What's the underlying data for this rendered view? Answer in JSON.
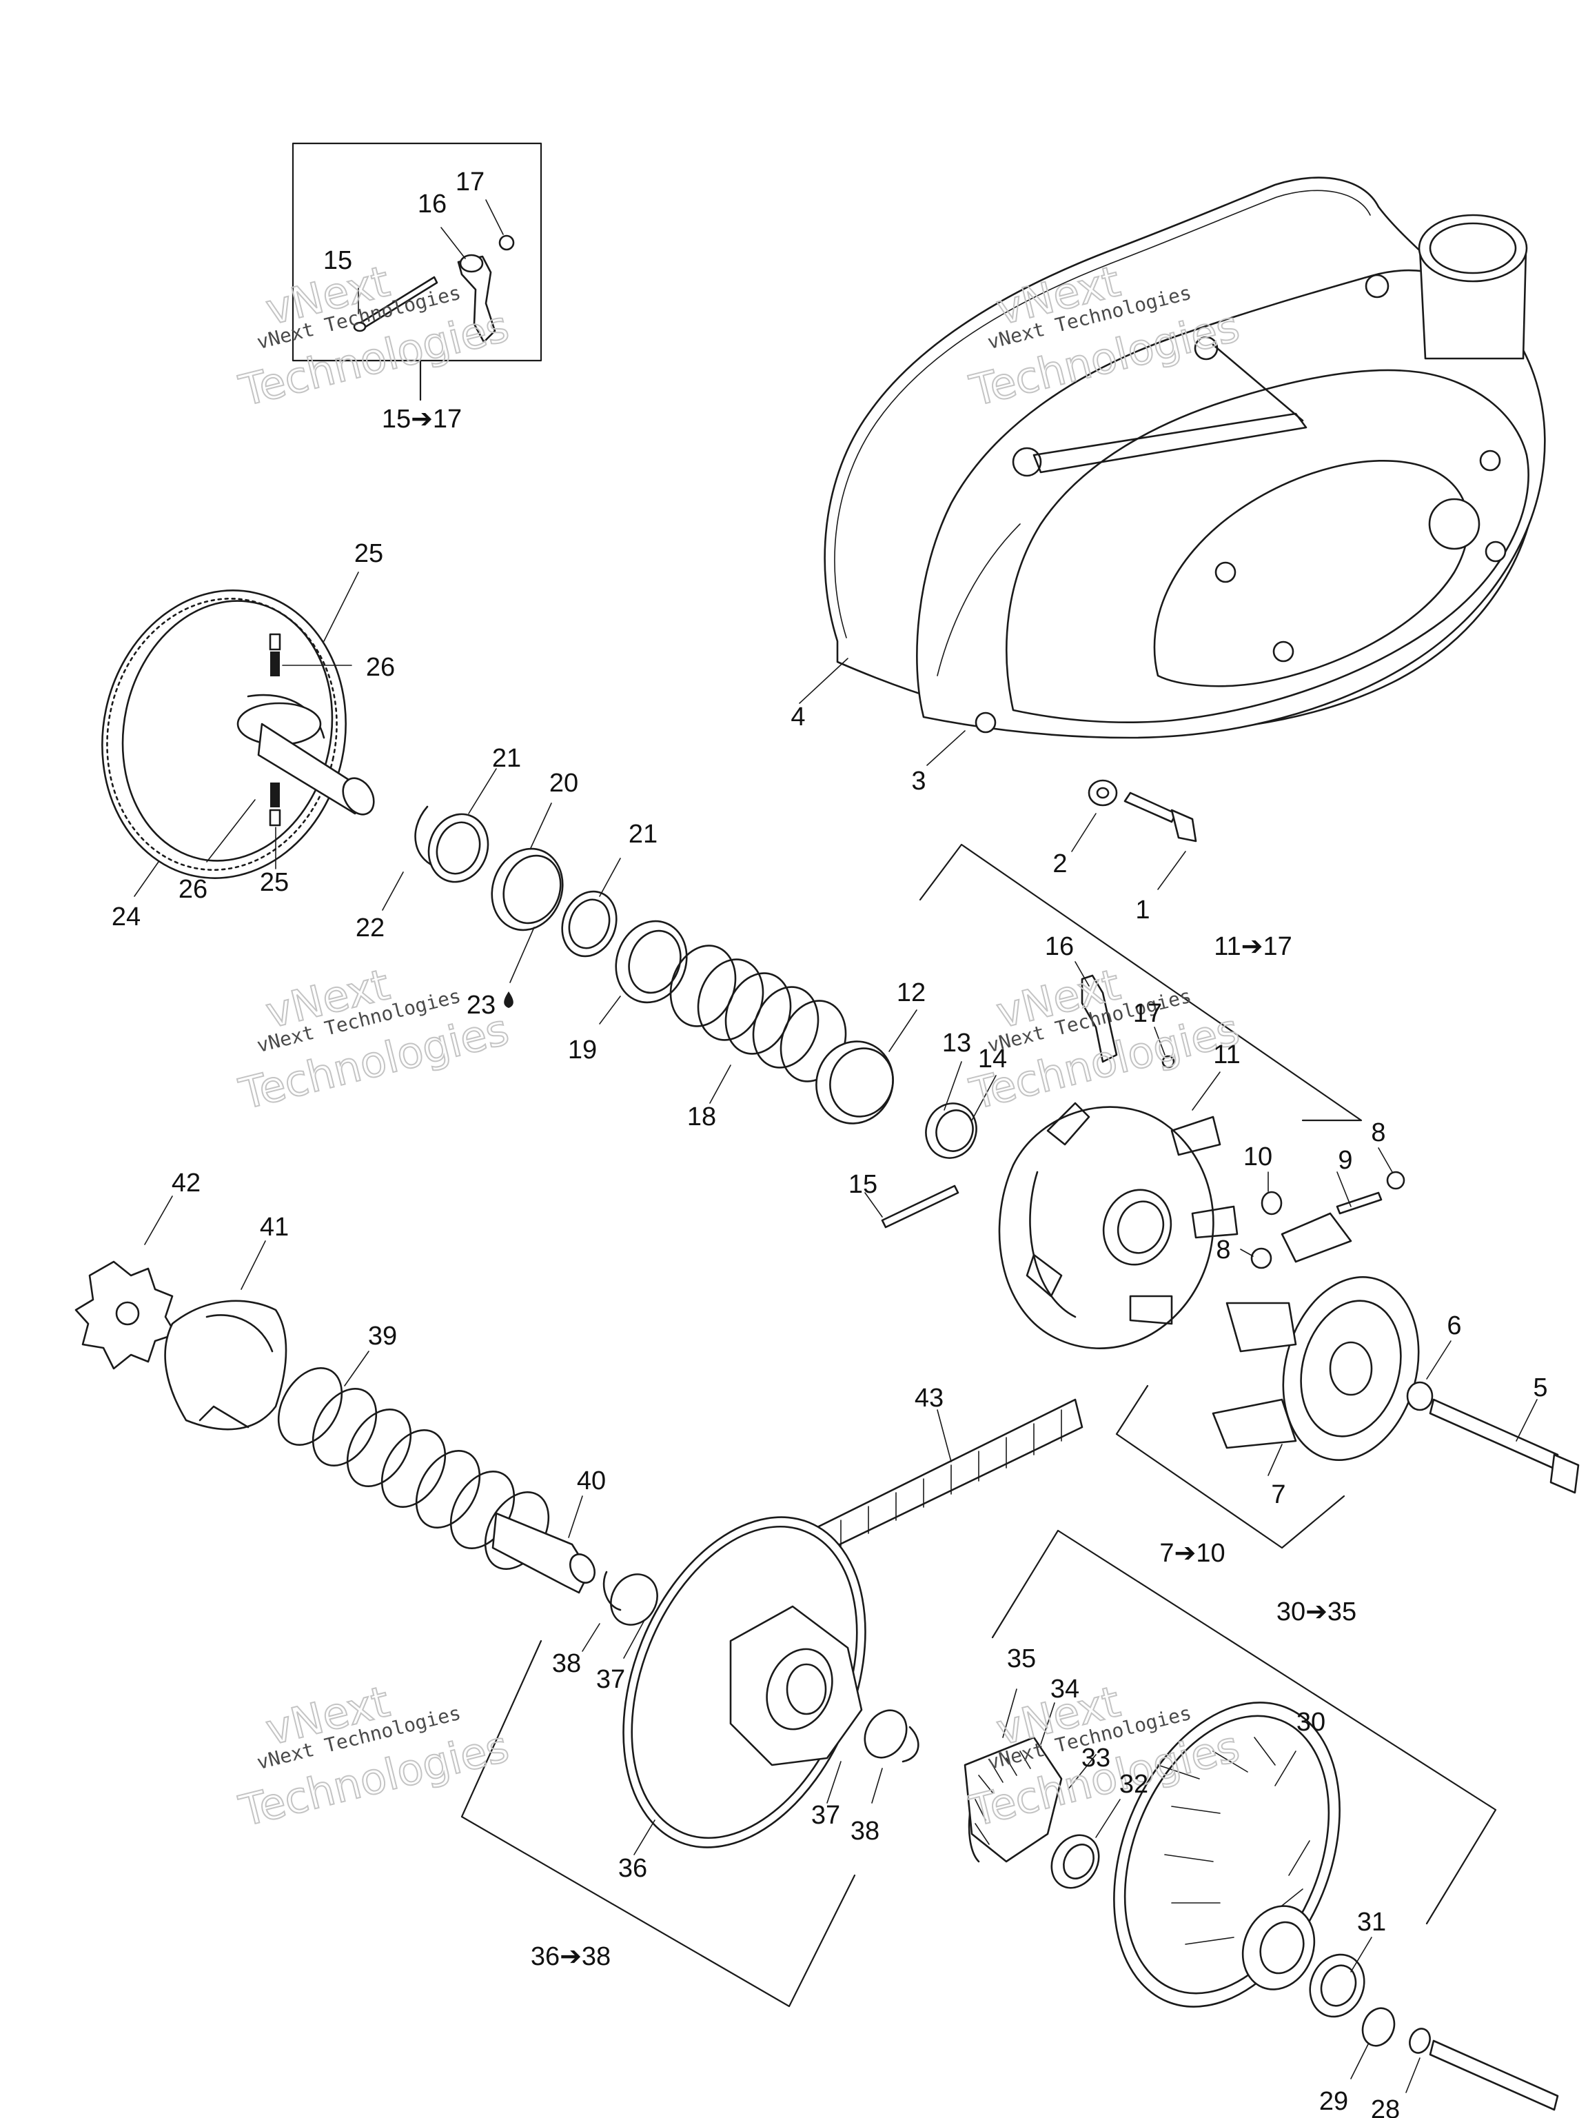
{
  "diagram": {
    "watermark": {
      "line1": "vNext",
      "line2": "Technologies",
      "caption": "vNext Technologies"
    },
    "callouts": {
      "c1": "1",
      "c2": "2",
      "c3": "3",
      "c4": "4",
      "c5": "5",
      "c6": "6",
      "c7": "7",
      "c8a": "8",
      "c8b": "8",
      "c9": "9",
      "c10": "10",
      "c11": "11",
      "c12": "12",
      "c13": "13",
      "c14": "14",
      "c15a": "15",
      "c15b": "15",
      "c16a": "16",
      "c16b": "16",
      "c17a": "17",
      "c17b": "17",
      "c18": "18",
      "c19": "19",
      "c20": "20",
      "c21a": "21",
      "c21b": "21",
      "c22": "22",
      "c23": "23",
      "c24": "24",
      "c25a": "25",
      "c25b": "25",
      "c26a": "26",
      "c26b": "26",
      "c29": "29",
      "c28": "28",
      "c30": "30",
      "c31": "31",
      "c32": "32",
      "c33": "33",
      "c34": "34",
      "c35": "35",
      "c36": "36",
      "c37a": "37",
      "c37b": "37",
      "c38a": "38",
      "c38b": "38",
      "c39": "39",
      "c40": "40",
      "c41": "41",
      "c42": "42",
      "c43": "43"
    },
    "groups": {
      "g15_17": "15➔17",
      "g11_17": "11➔17",
      "g7_10": "7➔10",
      "g30_35": "30➔35",
      "g36_38": "36➔38"
    }
  }
}
